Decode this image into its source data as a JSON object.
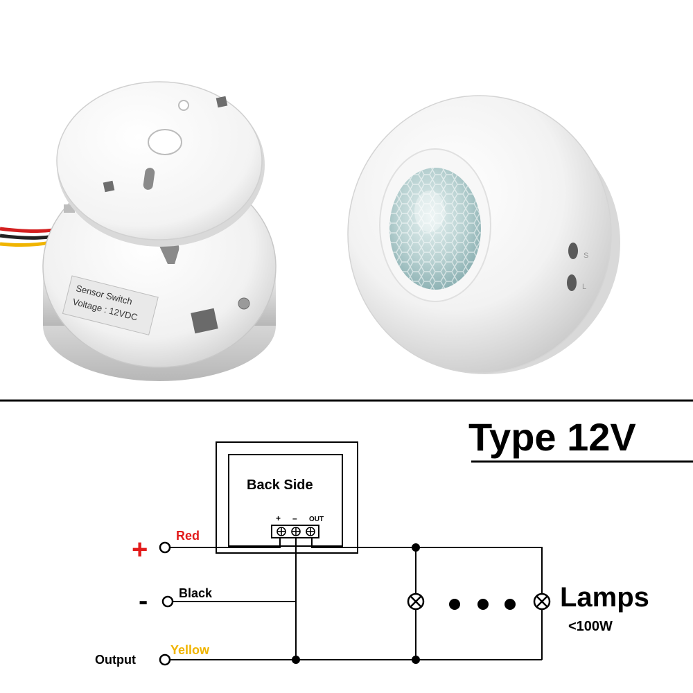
{
  "product": {
    "label_line1": "Sensor Switch",
    "label_line2": "Voltage : 12VDC",
    "button_mark_top": "S",
    "button_mark_bottom": "L"
  },
  "diagram": {
    "title": "Type 12V",
    "box_title": "Back Side",
    "terminal_plus": "+",
    "terminal_minus": "–",
    "terminal_out": "OUT",
    "wire_red_symbol": "+",
    "wire_red_label": "Red",
    "wire_black_symbol": "-",
    "wire_black_label": "Black",
    "wire_output_prefix": "Output",
    "wire_output_label": "Yellow",
    "lamps_label": "Lamps",
    "lamps_rating": "<100W"
  },
  "colors": {
    "red": "#e21b1b",
    "yellow": "#f0b400",
    "ink": "#000000"
  }
}
